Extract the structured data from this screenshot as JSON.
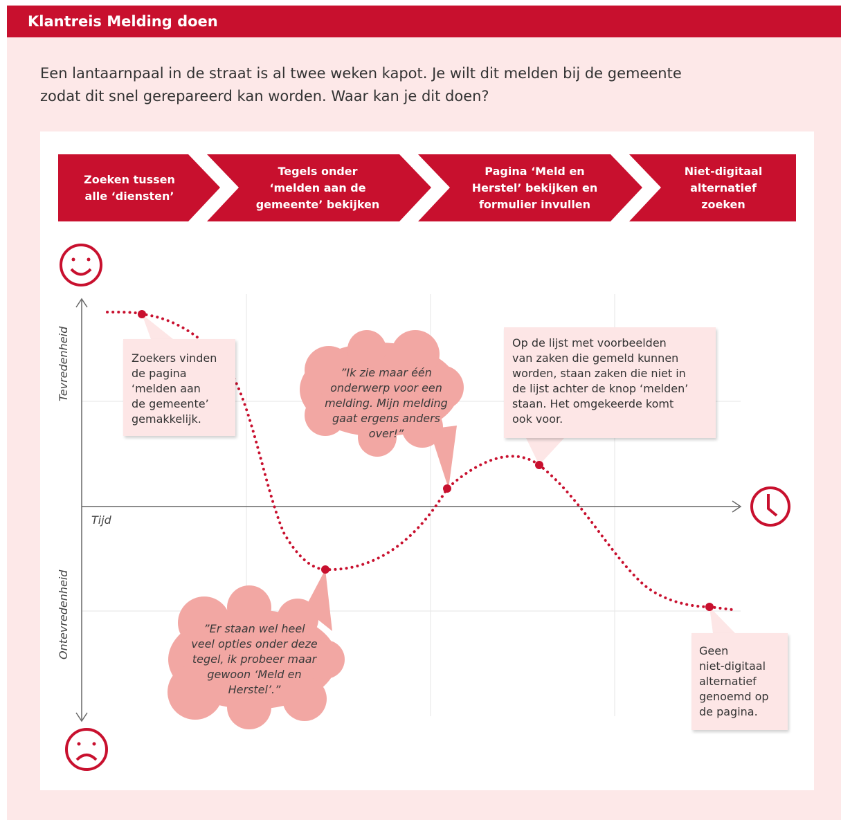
{
  "header": {
    "title": "Klantreis Melding doen"
  },
  "intro": {
    "line1": "Een lantaarnpaal in de straat is al twee weken kapot. Je wilt dit melden bij de gemeente",
    "line2": "zodat dit snel gerepareerd kan worden. Waar kan je dit doen?"
  },
  "phases": [
    {
      "line1": "Zoeken tussen",
      "line2": "alle ‘diensten’",
      "line3": ""
    },
    {
      "line1": "Tegels onder",
      "line2": "‘melden aan de",
      "line3": "gemeente’ bekijken"
    },
    {
      "line1": "Pagina ‘Meld en",
      "line2": "Herstel’ bekijken en",
      "line3": "formulier invullen"
    },
    {
      "line1": "Niet-digitaal",
      "line2": "alternatief",
      "line3": "zoeken"
    }
  ],
  "axes": {
    "y_positive": "Tevredenheid",
    "y_negative": "Ontevredenheid",
    "x": "Tijd"
  },
  "icons": {
    "happy": "smiley-happy-icon",
    "sad": "smiley-sad-icon",
    "time": "clock-icon"
  },
  "notes": {
    "note1": [
      "Zoekers vinden",
      "de pagina",
      "‘melden aan",
      "de gemeente’",
      "gemakkelijk."
    ],
    "note2": [
      "Op de lijst met voorbeelden",
      "van zaken die gemeld kunnen",
      "worden, staan zaken die niet in",
      "de lijst achter de knop ‘melden’",
      "staan. Het omgekeerde komt",
      "ook voor."
    ],
    "note3": [
      "Geen",
      "niet-digitaal",
      "alternatief",
      "genoemd op",
      "de pagina."
    ]
  },
  "quotes": {
    "quote1": [
      "”Ik zie maar één",
      "onderwerp voor een",
      "melding. Mijn melding",
      "gaat ergens anders",
      "over!”"
    ],
    "quote2": [
      "”Er staan wel heel",
      "veel opties onder deze",
      "tegel, ik probeer maar",
      "gewoon ‘Meld en",
      "Herstel’.”"
    ]
  },
  "colors": {
    "brand_red": "#c8102e",
    "page_bg": "#fde8e8",
    "note_bg": "#fde6e6",
    "cloud_fill": "#f2a7a3"
  }
}
